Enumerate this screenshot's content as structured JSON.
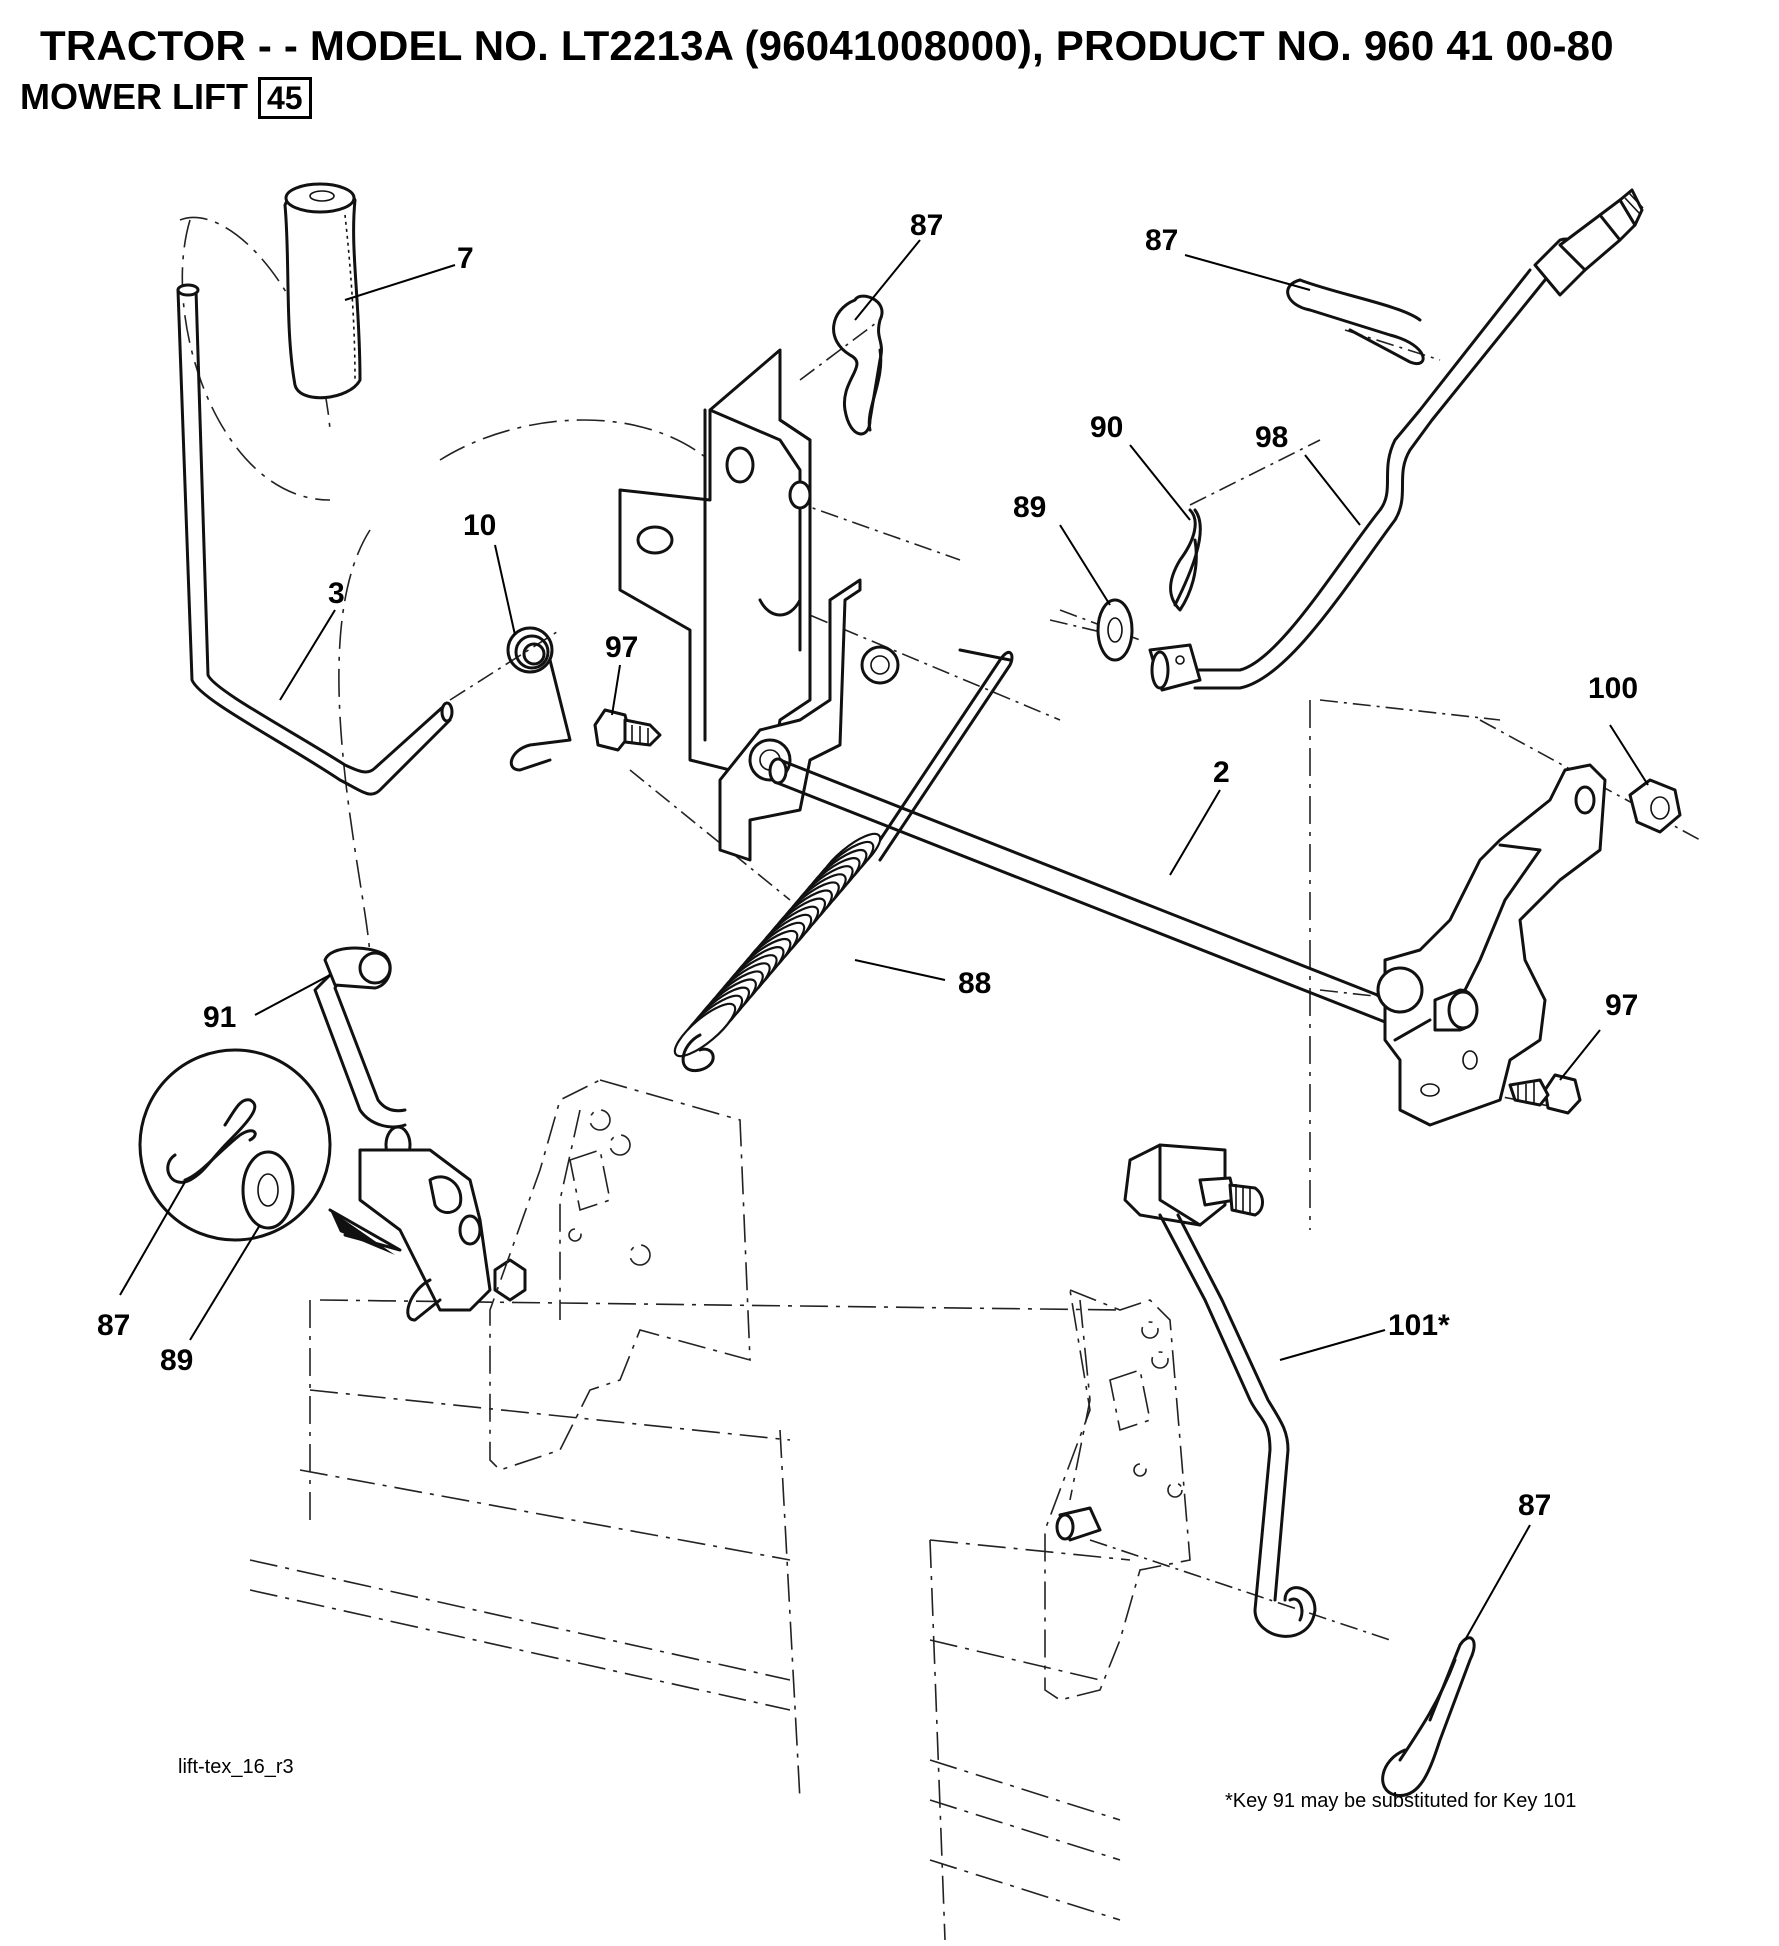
{
  "header": {
    "title": "TRACTOR - - MODEL NO. LT2213A  (96041008000), PRODUCT NO. 960 41 00-80",
    "section": "MOWER LIFT",
    "page_number": "45"
  },
  "callouts": [
    {
      "id": "c7",
      "label": "7"
    },
    {
      "id": "c87a",
      "label": "87"
    },
    {
      "id": "c87b",
      "label": "87"
    },
    {
      "id": "c90",
      "label": "90"
    },
    {
      "id": "c98",
      "label": "98"
    },
    {
      "id": "c89a",
      "label": "89"
    },
    {
      "id": "c10",
      "label": "10"
    },
    {
      "id": "c3",
      "label": "3"
    },
    {
      "id": "c97a",
      "label": "97"
    },
    {
      "id": "c100",
      "label": "100"
    },
    {
      "id": "c2",
      "label": "2"
    },
    {
      "id": "c88",
      "label": "88"
    },
    {
      "id": "c91",
      "label": "91"
    },
    {
      "id": "c97b",
      "label": "97"
    },
    {
      "id": "c87c",
      "label": "87"
    },
    {
      "id": "c89b",
      "label": "89"
    },
    {
      "id": "c101",
      "label": "101*"
    },
    {
      "id": "c87d",
      "label": "87"
    }
  ],
  "footer": {
    "drawing_id": "lift-tex_16_r3",
    "note": "*Key 91 may be substituted for Key 101"
  }
}
